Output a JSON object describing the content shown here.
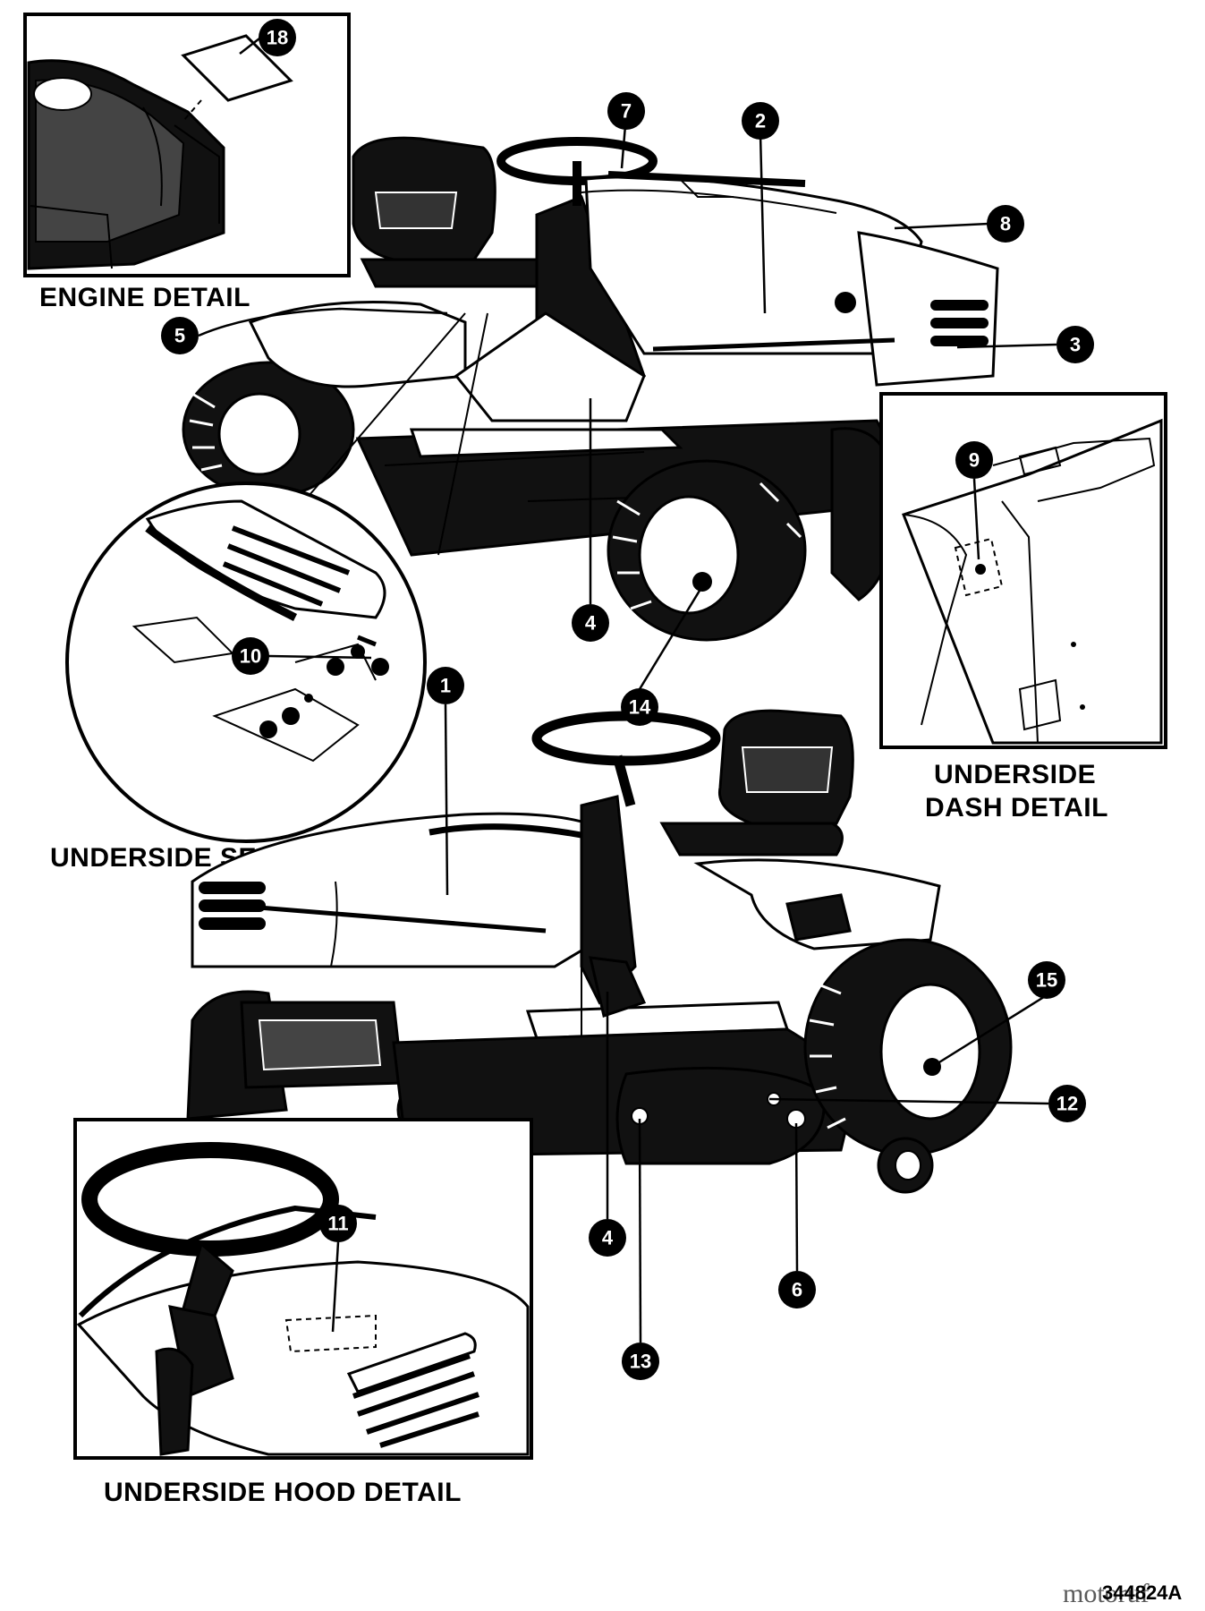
{
  "captions": {
    "engine": "ENGINE DETAIL",
    "dash_line1": "UNDERSIDE",
    "dash_line2": "DASH DETAIL",
    "seat": "UNDERSIDE SEAT DETAIL",
    "hood": "UNDERSIDE HOOD DETAIL"
  },
  "callouts": [
    "18",
    "7",
    "2",
    "8",
    "5",
    "3",
    "9",
    "4",
    "10",
    "14",
    "1",
    "15",
    "12",
    "4",
    "6",
    "11",
    "13"
  ],
  "footer": {
    "code": "344824A",
    "watermark": "motoruf"
  }
}
